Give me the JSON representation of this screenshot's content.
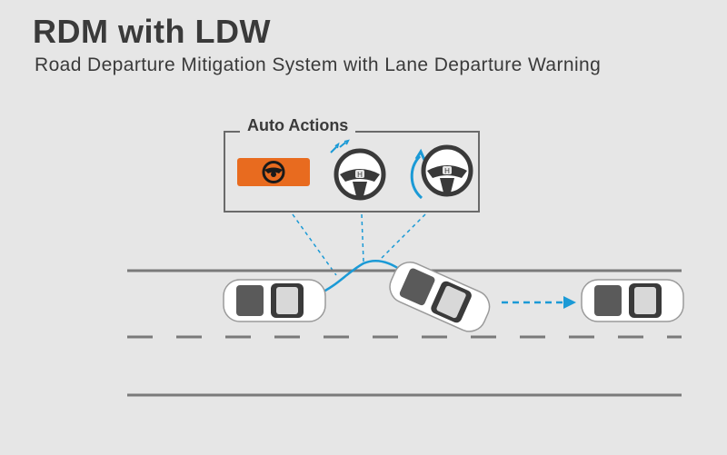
{
  "header": {
    "title": "RDM with LDW",
    "subtitle": "Road Departure Mitigation System with Lane Departure Warning"
  },
  "auto_actions": {
    "label": "Auto Actions",
    "items": [
      {
        "icon": "steering-wheel-warning-icon"
      },
      {
        "icon": "steering-wheel-vibration-icon"
      },
      {
        "icon": "steering-wheel-correction-icon"
      }
    ]
  },
  "colors": {
    "background": "#e6e6e6",
    "text": "#3a3a3a",
    "accent_blue": "#1b9ad6",
    "alert_orange": "#e86b1f",
    "lane_line": "#7a7a7a"
  }
}
